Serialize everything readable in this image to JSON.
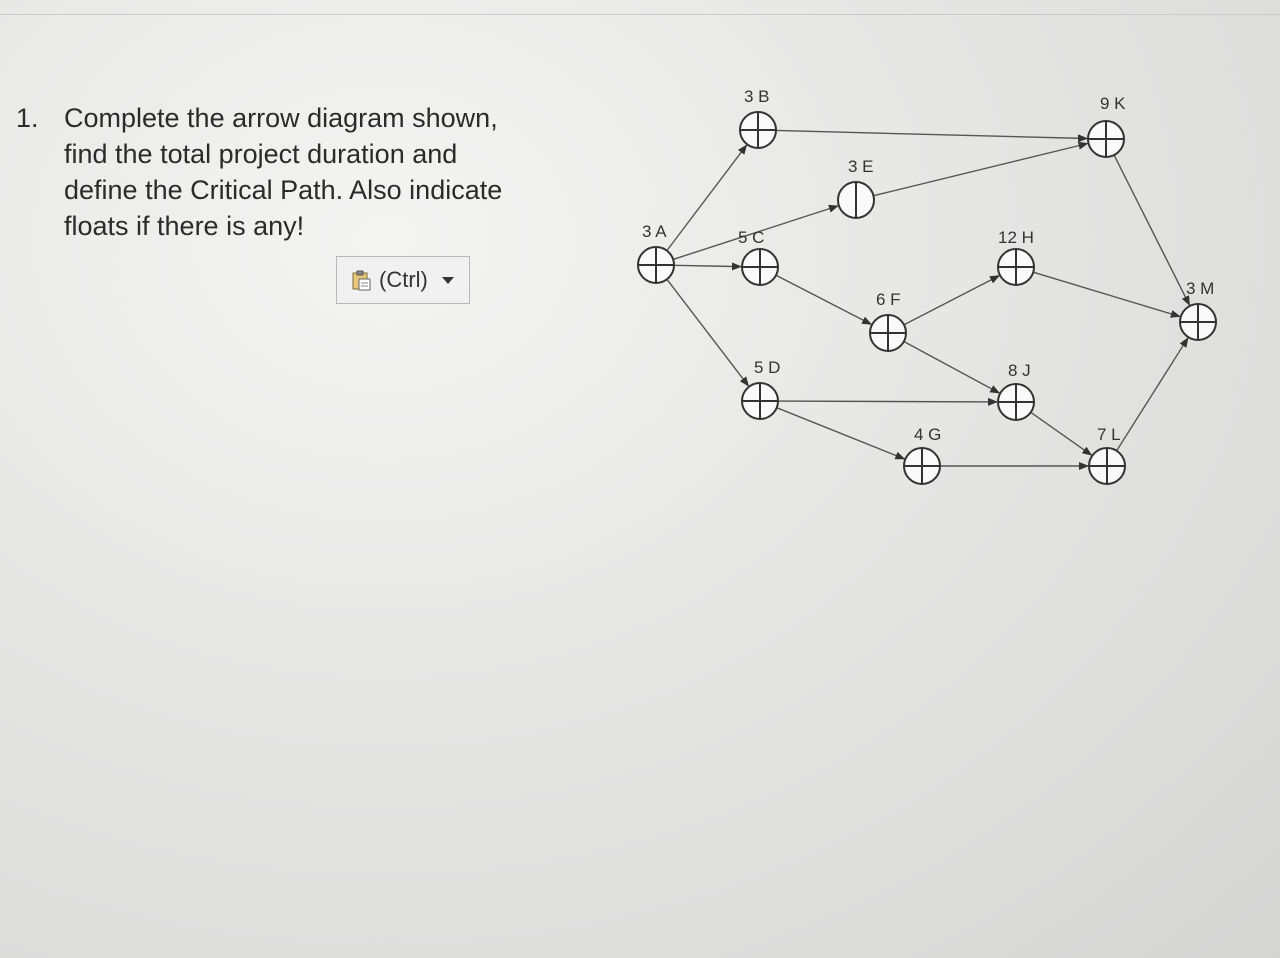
{
  "question": {
    "number": "1.",
    "lines": [
      "Complete the arrow diagram shown,",
      "find the total project duration and",
      "define the Critical Path. Also indicate",
      "floats if there is any!"
    ]
  },
  "paste_options": {
    "label": "(Ctrl)",
    "icon": "clipboard-icon"
  },
  "diagram": {
    "nodes": [
      {
        "id": "A",
        "duration": "3",
        "letter": "A"
      },
      {
        "id": "B",
        "duration": "3",
        "letter": "B"
      },
      {
        "id": "C",
        "duration": "5",
        "letter": "C"
      },
      {
        "id": "D",
        "duration": "5",
        "letter": "D"
      },
      {
        "id": "E",
        "duration": "3",
        "letter": "E"
      },
      {
        "id": "F",
        "duration": "6",
        "letter": "F"
      },
      {
        "id": "G",
        "duration": "4",
        "letter": "G"
      },
      {
        "id": "H",
        "duration": "12",
        "letter": "H"
      },
      {
        "id": "J",
        "duration": "8",
        "letter": "J"
      },
      {
        "id": "K",
        "duration": "9",
        "letter": "K"
      },
      {
        "id": "L",
        "duration": "7",
        "letter": "L"
      },
      {
        "id": "M",
        "duration": "3",
        "letter": "M"
      }
    ],
    "edges": [
      [
        "A",
        "B"
      ],
      [
        "A",
        "E"
      ],
      [
        "A",
        "C"
      ],
      [
        "A",
        "D"
      ],
      [
        "B",
        "K"
      ],
      [
        "E",
        "K"
      ],
      [
        "C",
        "F"
      ],
      [
        "F",
        "H"
      ],
      [
        "F",
        "J"
      ],
      [
        "D",
        "J"
      ],
      [
        "D",
        "G"
      ],
      [
        "G",
        "L"
      ],
      [
        "J",
        "L"
      ],
      [
        "K",
        "M"
      ],
      [
        "H",
        "M"
      ],
      [
        "L",
        "M"
      ]
    ]
  }
}
